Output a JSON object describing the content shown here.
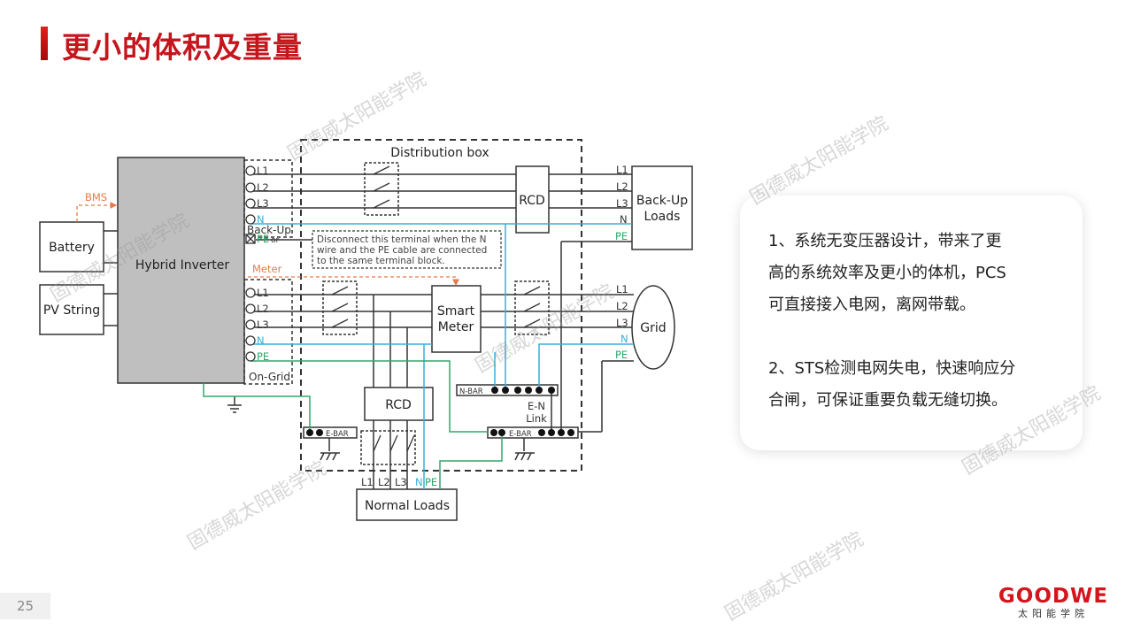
{
  "header": {
    "title": "更小的体积及重量"
  },
  "diagram": {
    "battery": "Battery",
    "pv_string": "PV String",
    "inverter": "Hybrid Inverter",
    "bms": "BMS",
    "meter": "Meter",
    "backup_terminals": [
      "L1",
      "L2",
      "L3",
      "N"
    ],
    "pe_or": "PE",
    "or_text": "or",
    "backup_label": "Back-Up",
    "ongrid_terminals": [
      "L1",
      "L2",
      "L3",
      "N",
      "PE"
    ],
    "ongrid_label": "On-Grid",
    "distribution_box": "Distribution box",
    "note": [
      "Disconnect this terminal when the N",
      "wire and the PE cable are connected",
      "to the same terminal block."
    ],
    "rcd_top": "RCD",
    "rcd_bottom": "RCD",
    "smart_meter": [
      "Smart",
      "Meter"
    ],
    "backup_loads": [
      "Back-Up",
      "Loads"
    ],
    "backup_loads_labels": [
      "L1",
      "L2",
      "L3",
      "N",
      "PE"
    ],
    "grid": "Grid",
    "grid_labels": [
      "L1",
      "L2",
      "L3",
      "N",
      "PE"
    ],
    "n_bar": "N-BAR",
    "e_bar_left": "E-BAR",
    "e_bar_right": "E-BAR",
    "en_link": [
      "E-N",
      "Link"
    ],
    "normal_loads": "Normal Loads",
    "normal_loads_labels": [
      "L1",
      "L2",
      "L3",
      "N",
      "PE"
    ]
  },
  "card": {
    "paragraphs": [
      [
        "1、系统无变压器设计，带来了更",
        "高的系统效率及更小的体机，PCS",
        "可直接接入电网，离网带载。"
      ],
      [
        "2、STS检测电网失电，快速响应分",
        "合闸，可保证重要负载无缝切换。"
      ]
    ]
  },
  "watermark": "固德威太阳能学院",
  "page_number": "25",
  "logo": {
    "main": "GOODWE",
    "sub": "太阳能学院"
  },
  "colors": {
    "accent": "#c4161c",
    "neutral_wire": "#3aaed8",
    "pe_wire": "#2fa86a",
    "signal": "#e8794a",
    "inverter_fill": "#bfbfbf"
  }
}
